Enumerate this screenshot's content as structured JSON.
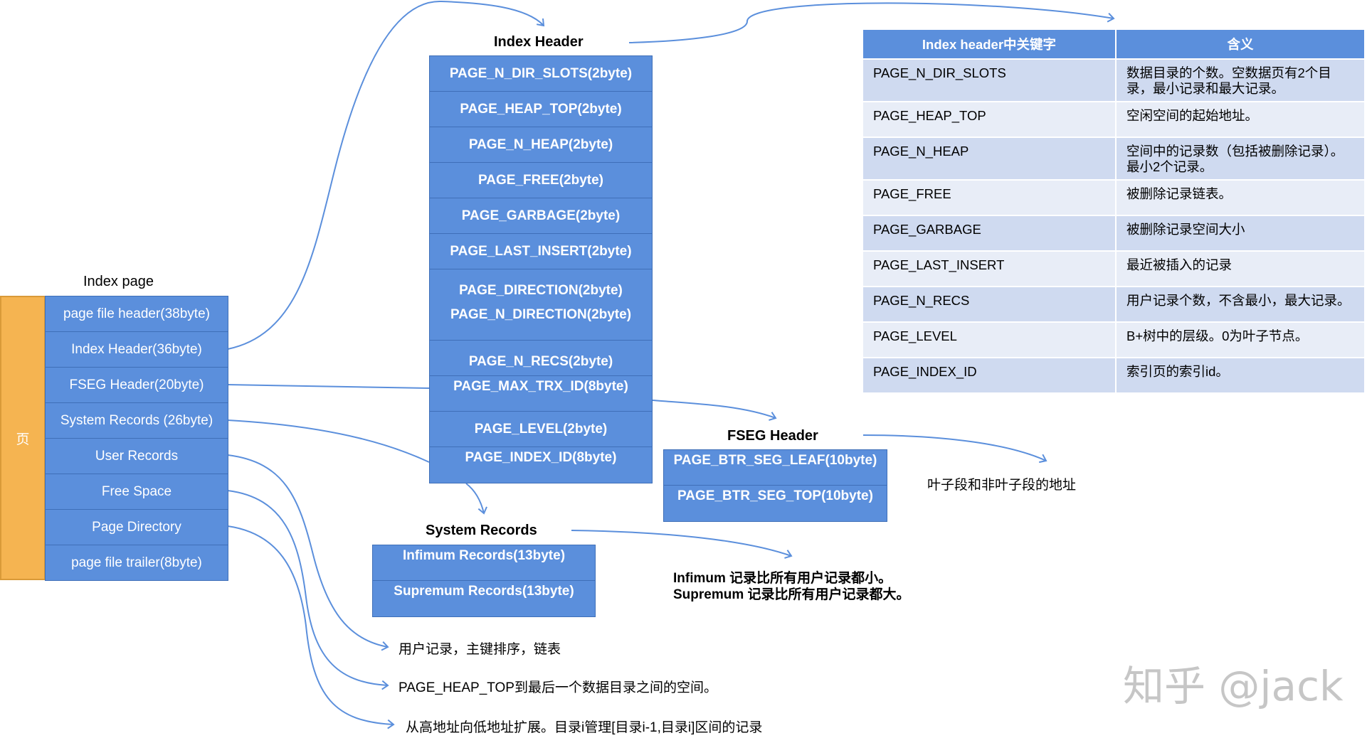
{
  "index_page": {
    "title": "Index page",
    "side_label": "页",
    "items": [
      "page file header(38byte)",
      "Index Header(36byte)",
      "FSEG Header(20byte)",
      "System Records (26byte)",
      "User Records",
      "Free Space",
      "Page Directory",
      "page file trailer(8byte)"
    ]
  },
  "index_header": {
    "title": "Index Header",
    "items": [
      "PAGE_N_DIR_SLOTS(2byte)",
      "PAGE_HEAP_TOP(2byte)",
      "PAGE_N_HEAP(2byte)",
      "PAGE_FREE(2byte)",
      "PAGE_GARBAGE(2byte)",
      "PAGE_LAST_INSERT(2byte)",
      "PAGE_DIRECTION(2byte)",
      "PAGE_N_DIRECTION(2byte)",
      "PAGE_N_RECS(2byte)",
      "PAGE_MAX_TRX_ID(8byte)",
      "PAGE_LEVEL(2byte)",
      "PAGE_INDEX_ID(8byte)"
    ]
  },
  "fseg_header": {
    "title": "FSEG Header",
    "items": [
      "PAGE_BTR_SEG_LEAF(10byte)",
      "PAGE_BTR_SEG_TOP(10byte)"
    ],
    "note": "叶子段和非叶子段的地址"
  },
  "system_records": {
    "title": "System Records",
    "items": [
      "Infimum Records(13byte)",
      "Supremum Records(13byte)"
    ],
    "note_line1": "Infimum 记录比所有用户记录都小。",
    "note_line2": "Supremum 记录比所有用户记录都大。"
  },
  "annotations": {
    "user_records": "用户记录，主键排序，链表",
    "free_space": "PAGE_HEAP_TOP到最后一个数据目录之间的空间。",
    "page_directory": "从高地址向低地址扩展。目录i管理[目录i-1,目录i]区间的记录"
  },
  "meaning_table": {
    "headers": [
      "Index header中关键字",
      "含义"
    ],
    "rows": [
      {
        "key": "PAGE_N_DIR_SLOTS",
        "value": "数据目录的个数。空数据页有2个目录，最小记录和最大记录。"
      },
      {
        "key": "PAGE_HEAP_TOP",
        "value": "空闲空间的起始地址。"
      },
      {
        "key": "PAGE_N_HEAP",
        "value": "空间中的记录数（包括被删除记录）。最小2个记录。"
      },
      {
        "key": "PAGE_FREE",
        "value": "被删除记录链表。"
      },
      {
        "key": "PAGE_GARBAGE",
        "value": "被删除记录空间大小"
      },
      {
        "key": "PAGE_LAST_INSERT",
        "value": "最近被插入的记录"
      },
      {
        "key": "PAGE_N_RECS",
        "value": "用户记录个数，不含最小，最大记录。"
      },
      {
        "key": "PAGE_LEVEL",
        "value": "B+树中的层级。0为叶子节点。"
      },
      {
        "key": "PAGE_INDEX_ID",
        "value": "索引页的索引id。"
      }
    ]
  },
  "watermark": "知乎 @jack",
  "colors": {
    "box_blue": "#5b8fdc",
    "box_border": "#3f6fb8",
    "page_orange": "#f5b451",
    "arrow": "#5b8fdc",
    "row_dark": "#cfdaf0",
    "row_light": "#e8edf7"
  }
}
